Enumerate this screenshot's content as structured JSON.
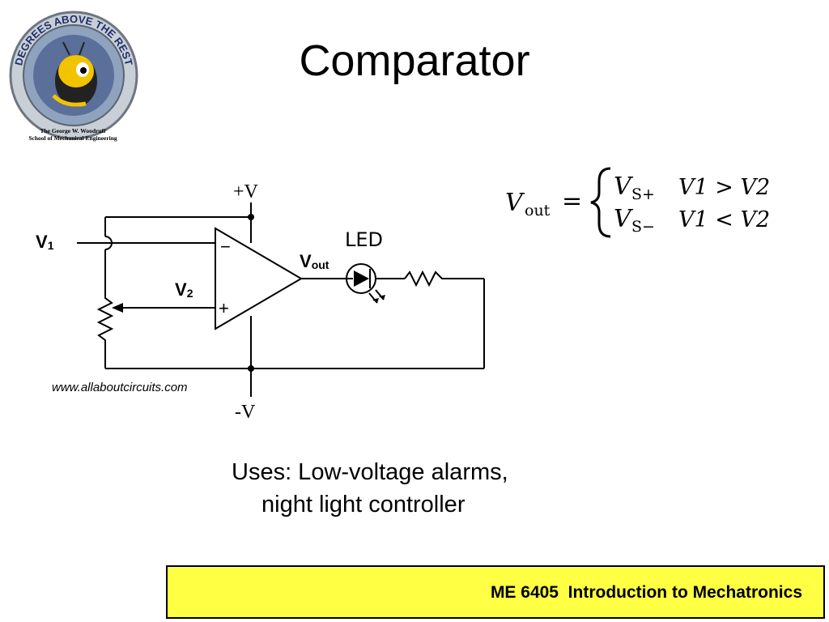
{
  "logo": {
    "ring_text": "DEGREES ABOVE THE REST",
    "caption_line1": "The George W. Woodruff",
    "caption_line2": "School of Mechanical Engineering"
  },
  "title": "Comparator",
  "circuit": {
    "supply_pos": "+V",
    "supply_neg": "-V",
    "input_v1": "V",
    "input_v1_sub": "1",
    "input_v2": "V",
    "input_v2_sub": "2",
    "output": "V",
    "output_sub": "out",
    "led_label": "LED",
    "opamp_minus": "−",
    "opamp_plus": "+",
    "source": "www.allaboutcircuits.com"
  },
  "formula": {
    "lhs": "V",
    "lhs_sub": "out",
    "eq": "=",
    "row1_value": "V",
    "row1_value_sub": "S+",
    "row1_condition": "V1 > V2",
    "row2_value": "V",
    "row2_value_sub": "S−",
    "row2_condition": "V1 < V2"
  },
  "uses": {
    "line1": "Uses: Low-voltage alarms,",
    "line2": "night light controller"
  },
  "footer": {
    "text": "ME 6405  Introduction to Mechatronics",
    "background": "#ffff44"
  }
}
